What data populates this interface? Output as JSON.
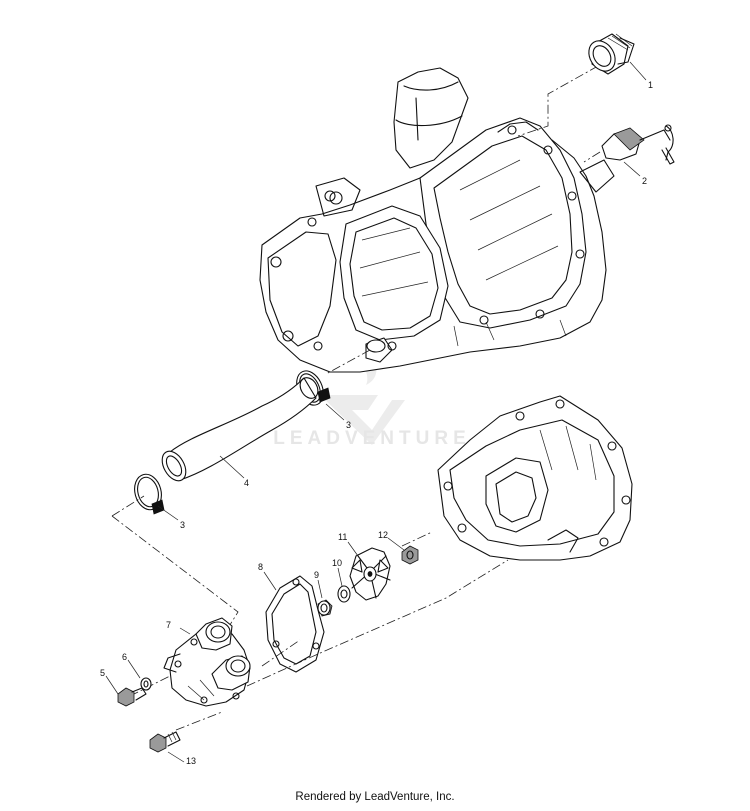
{
  "watermark": {
    "text": "LEADVENTURE"
  },
  "footer": {
    "text": "Rendered by LeadVenture, Inc."
  },
  "callouts": [
    {
      "id": "1",
      "label": "1"
    },
    {
      "id": "2",
      "label": "2"
    },
    {
      "id": "3a",
      "label": "3"
    },
    {
      "id": "3b",
      "label": "3"
    },
    {
      "id": "4",
      "label": "4"
    },
    {
      "id": "5",
      "label": "5"
    },
    {
      "id": "6",
      "label": "6"
    },
    {
      "id": "7",
      "label": "7"
    },
    {
      "id": "8",
      "label": "8"
    },
    {
      "id": "9",
      "label": "9"
    },
    {
      "id": "10",
      "label": "10"
    },
    {
      "id": "11",
      "label": "11"
    },
    {
      "id": "12",
      "label": "12"
    },
    {
      "id": "13",
      "label": "13"
    }
  ]
}
